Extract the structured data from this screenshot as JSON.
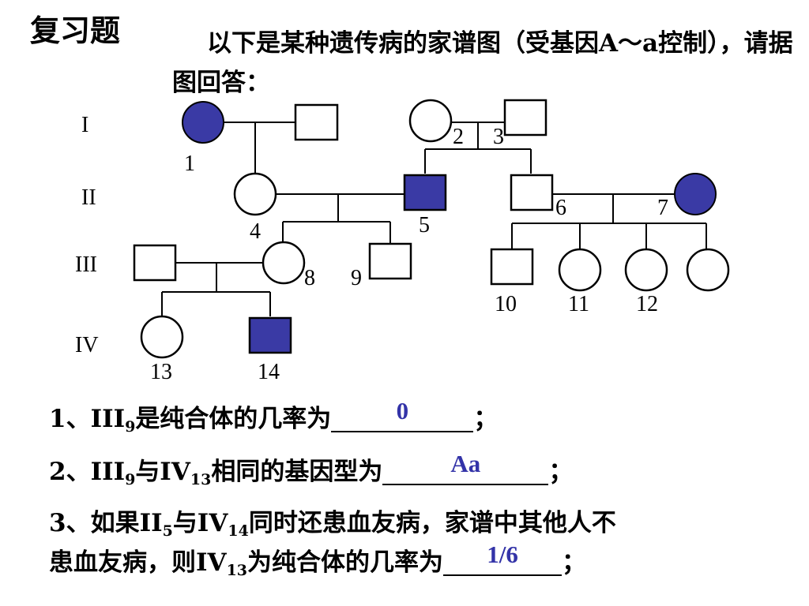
{
  "title": "复习题",
  "intro": "以下是某种遗传病的家谱图（受基因A～a控制），请据图回答：",
  "generations": [
    "I",
    "II",
    "III",
    "IV"
  ],
  "individual_labels": [
    "1",
    "2",
    "3",
    "4",
    "5",
    "6",
    "7",
    "8",
    "9",
    "10",
    "11",
    "12",
    "13",
    "14"
  ],
  "colors": {
    "affected": "#3a3aa5",
    "answer": "#3333a8",
    "line": "#000000"
  },
  "questions": [
    {
      "prefix": "1、III",
      "sub1": "9",
      "mid": "是纯合体的几率为",
      "answer": "0",
      "suffix": "；"
    },
    {
      "prefix": "2、III",
      "sub1": "9",
      "mid1": "与IV",
      "sub2": "13",
      "mid2": "相同的基因型为",
      "answer": "Aa",
      "suffix": "；"
    },
    {
      "prefix": "3、如果II",
      "sub1": "5",
      "mid1": "与IV",
      "sub2": "14",
      "mid2": "同时还患血友病，家谱中其他人不",
      "line2_prefix": "患血友病，则IV",
      "sub3": "13",
      "line2_mid": "为纯合体的几率为",
      "answer": "1/6",
      "suffix": "；"
    }
  ]
}
